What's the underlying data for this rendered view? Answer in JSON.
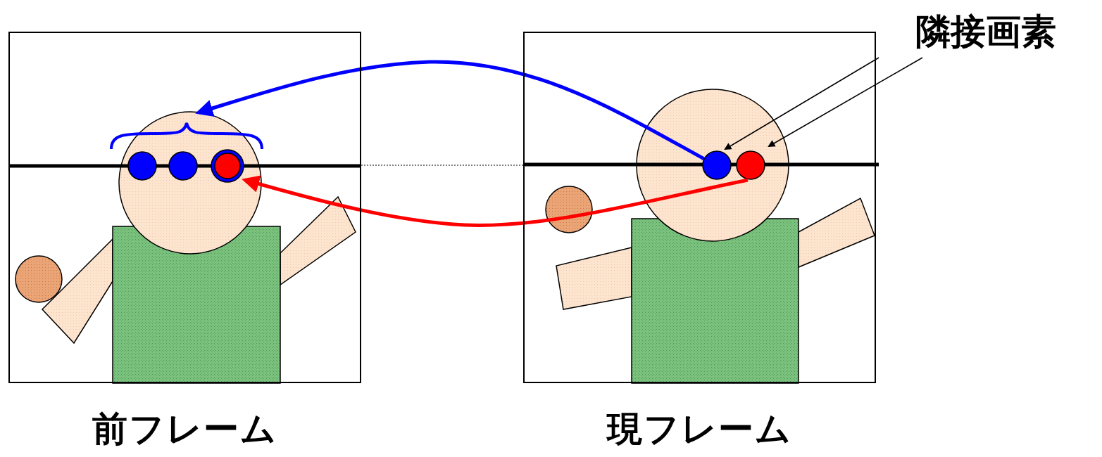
{
  "diagram": {
    "nodes": [
      {
        "text": [
          "前フレーム"
        ]
      },
      {
        "text": [
          "現フレーム"
        ]
      }
    ],
    "labels": [
      "隣接画素"
    ]
  }
}
